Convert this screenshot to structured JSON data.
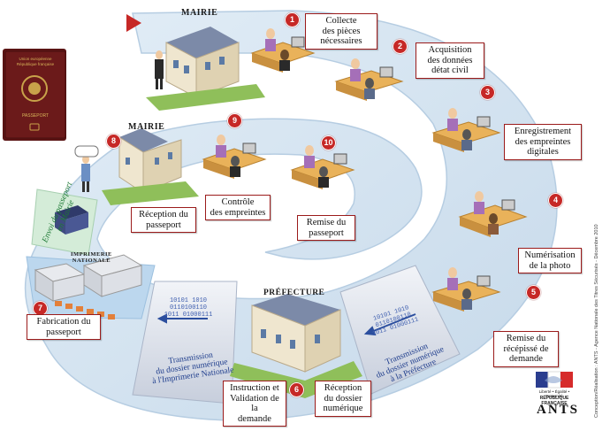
{
  "passport": {
    "line1": "Union européenne",
    "line2": "République française",
    "line3": "PASSEPORT"
  },
  "signs": {
    "mairie_top": "MAIRIE",
    "mairie_bottom": "MAIRIE",
    "imprimerie": "IMPRIMERIE\nNATIONALE",
    "prefecture": "PRÉFECTURE"
  },
  "steps": [
    {
      "number": "1",
      "label": "Collecte\ndes pièces\nnécessaires"
    },
    {
      "number": "2",
      "label": "Acquisition\ndes données\ndétat civil"
    },
    {
      "number": "3",
      "label": "Enregistrement\ndes empreintes\ndigitales"
    },
    {
      "number": "4",
      "label": "Numérisation\nde la photo"
    },
    {
      "number": "5",
      "label": "Remise du\nrécépissé de\ndemande"
    },
    {
      "number": "6",
      "label": "Réception\ndu dossier\nnumérique"
    },
    {
      "number": "",
      "label": "Instruction et\nValidation de la\ndemande"
    },
    {
      "number": "7",
      "label": "Fabrication du\npasseport"
    },
    {
      "number": "8",
      "label": "Réception du\npasseport"
    },
    {
      "number": "9",
      "label": "Contrôle\ndes empreintes"
    },
    {
      "number": "10",
      "label": "Remise du\npasseport"
    }
  ],
  "bands": {
    "prefecture_transfer": "Transmission\ndu dossier numérique\nà la Préfecture",
    "imprimerie_transfer": "Transmission\ndu dossier numérique\nà l'Imprimerie Nationale",
    "envoi": "Envoi du passeport\nen Mairie",
    "binary1": "10101 1010\n0110100110\n1011 01000111",
    "binary2": "10101 1010\n0110100110\n1011 01000111"
  },
  "credit": "Conception/Réalisation : ANTS - Agence Nationale des Titres Sécurisés - Décembre 2010",
  "logo": {
    "motto": "Liberté • Égalité • Fraternité",
    "republic": "RÉPUBLIQUE FRANÇAISE",
    "name": "ANTS"
  },
  "colors": {
    "path": "#d4e4f1",
    "path_edge": "#b6cde2",
    "badge": "#c62826",
    "label_border": "#9b1b1b",
    "desk": "#e9b25a",
    "passport": "#5a1414"
  }
}
